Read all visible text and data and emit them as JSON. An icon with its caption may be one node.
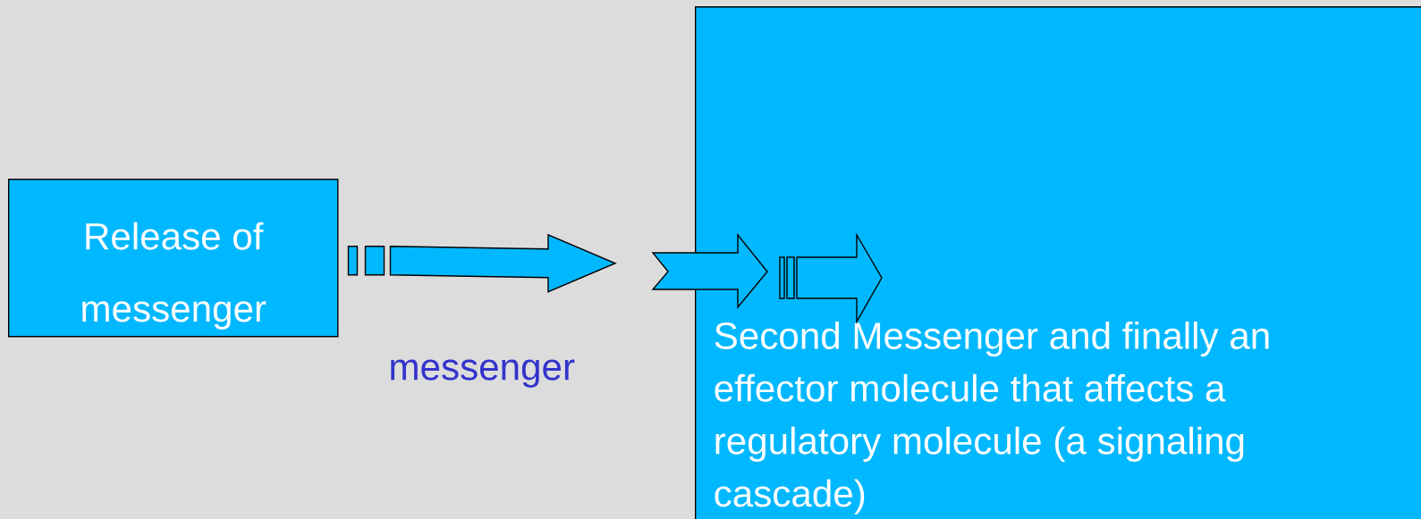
{
  "diagram": {
    "nodes": [
      {
        "text": [
          "Release of messenger"
        ]
      },
      {
        "text": [
          "Second Messenger and finally an effector molecule that affects a regulatory molecule (a signaling cascade)"
        ]
      }
    ],
    "edges": [
      {
        "from": 0,
        "to": 1,
        "arrow": "to",
        "label": "messenger"
      }
    ]
  }
}
